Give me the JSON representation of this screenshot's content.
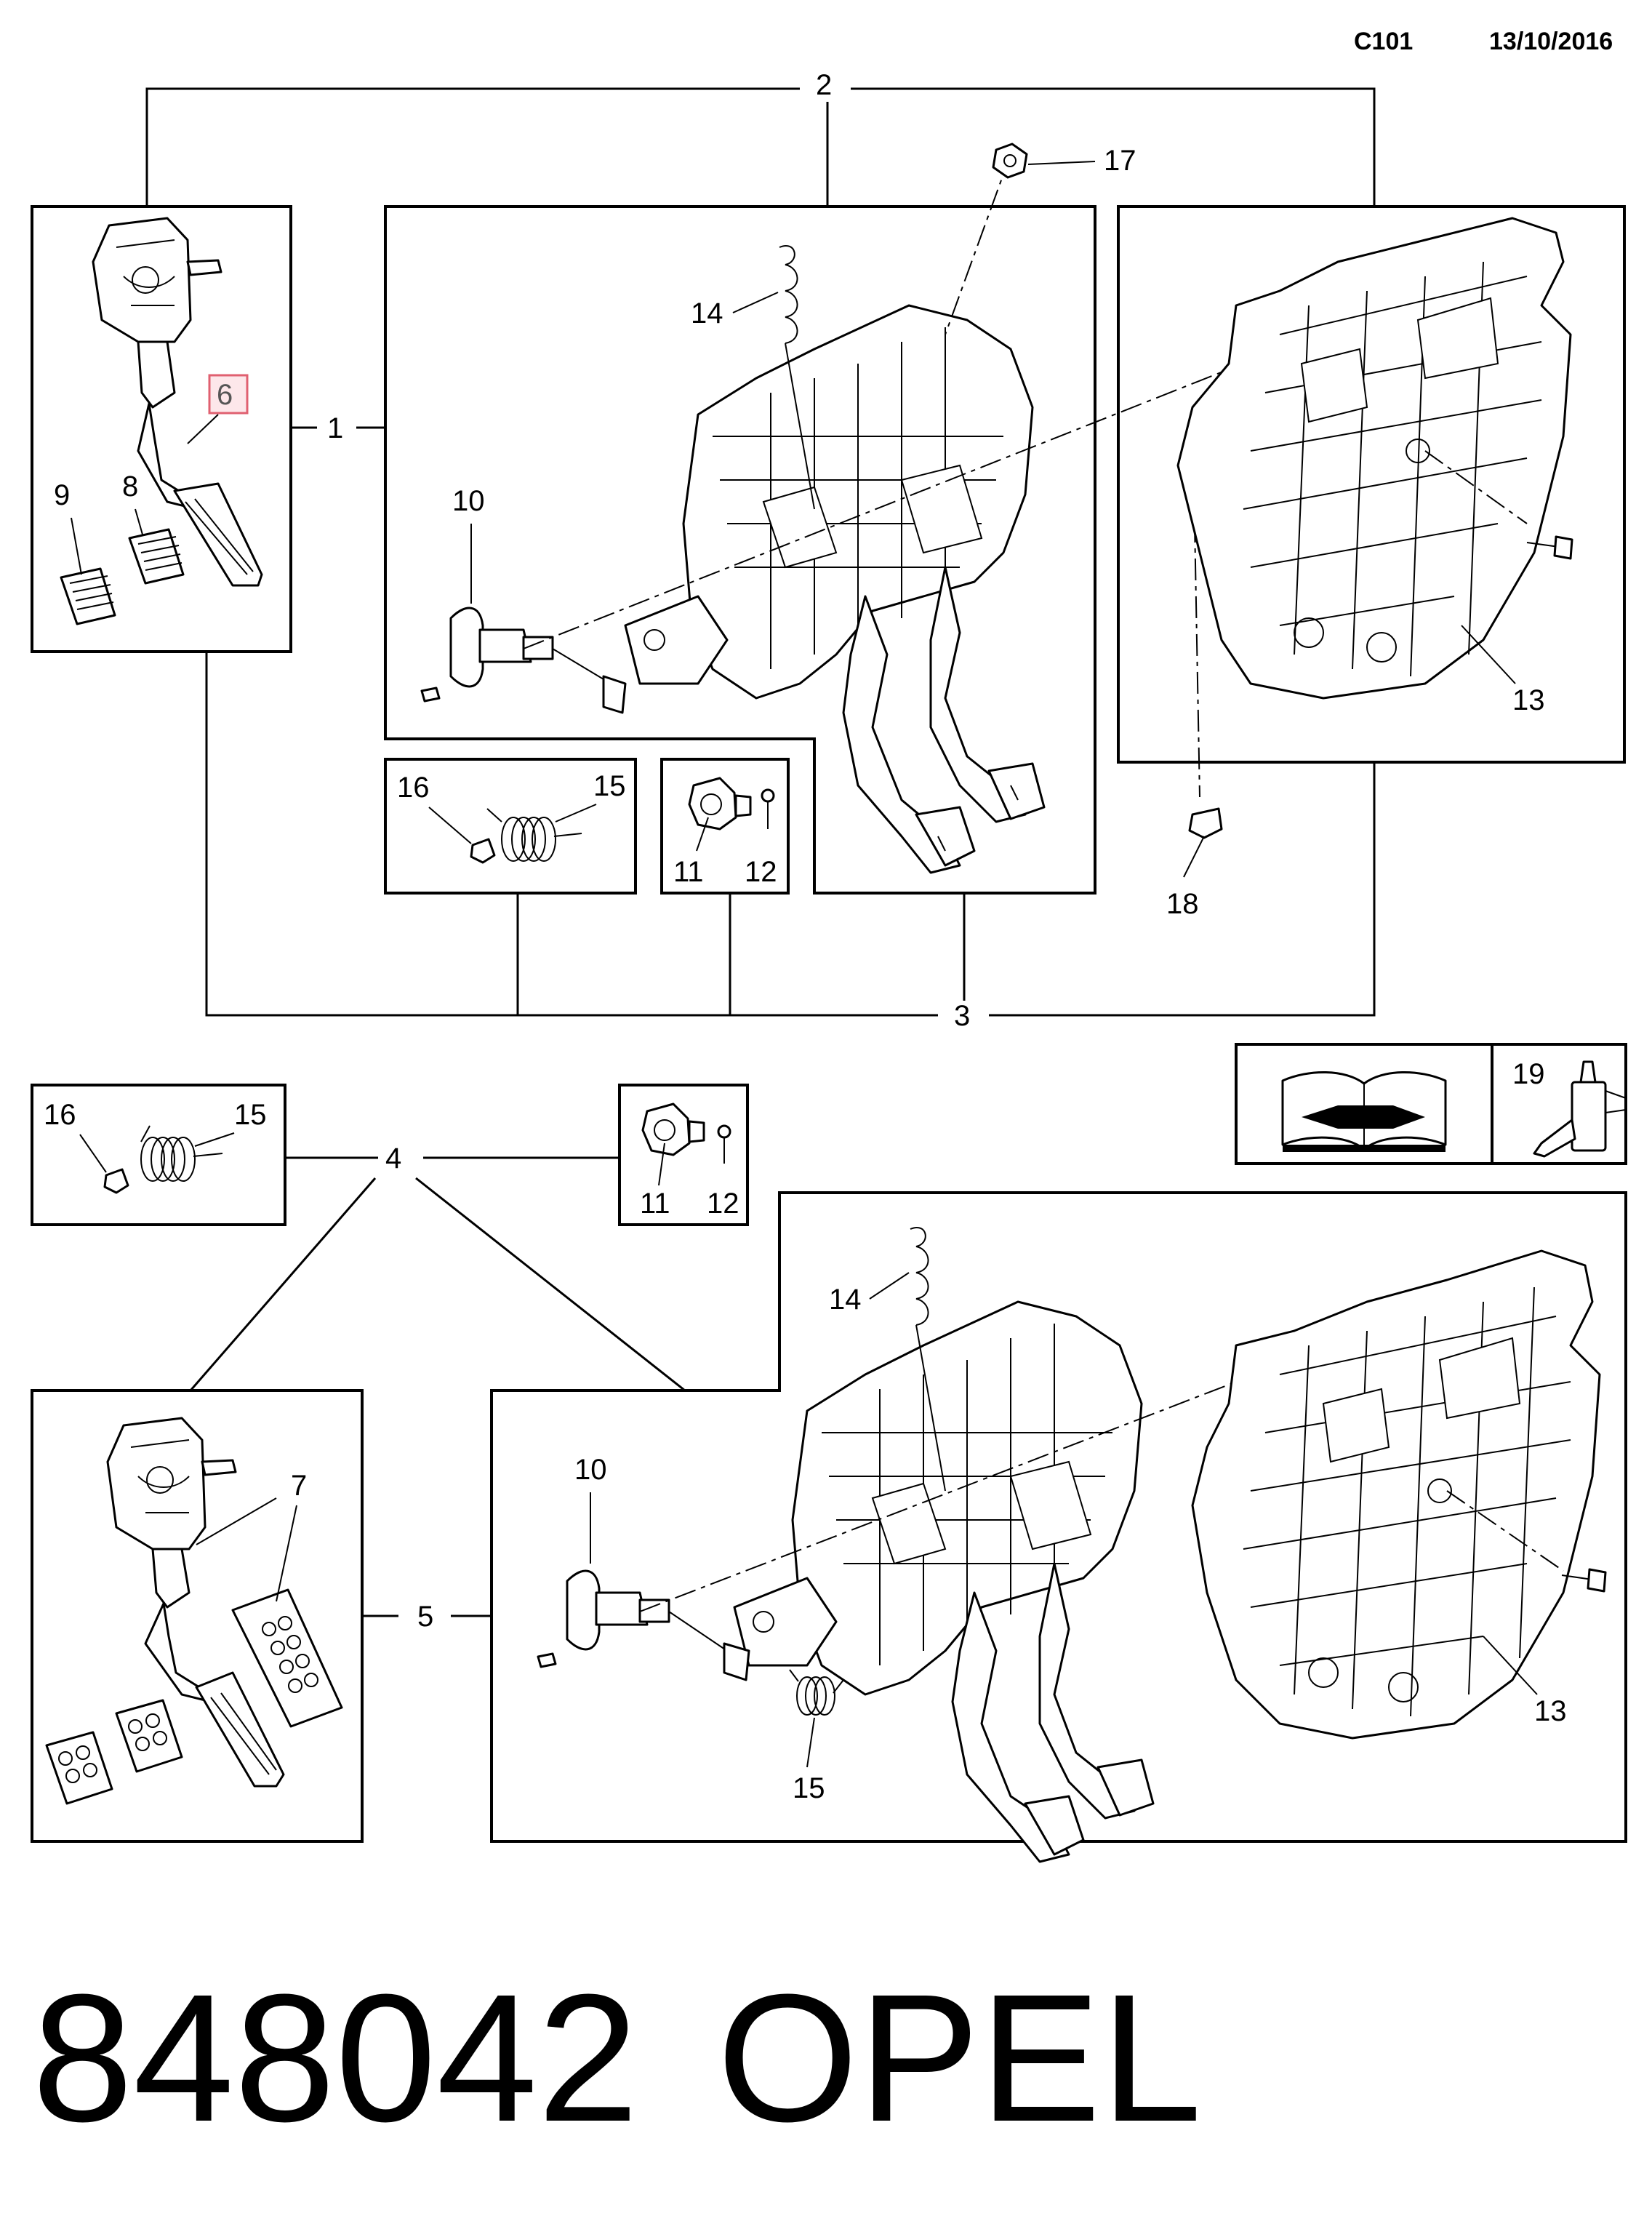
{
  "header": {
    "code": "C101",
    "date": "13/10/2016"
  },
  "footer": {
    "part_number": "848042",
    "brand": "OPEL"
  },
  "callouts": {
    "c1": "1",
    "c2": "2",
    "c3": "3",
    "c4": "4",
    "c5": "5",
    "c6": "6",
    "c7": "7",
    "c8": "8",
    "c9": "9",
    "c10": "10",
    "c11": "11",
    "c12": "12",
    "c13": "13",
    "c14": "14",
    "c15": "15",
    "c16": "16",
    "c17": "17",
    "c18": "18",
    "c19": "19"
  },
  "highlight": {
    "callout": "6",
    "color": "#e06070"
  },
  "icons": [
    "workshop-manual-icon",
    "adhesive-tube-icon"
  ]
}
